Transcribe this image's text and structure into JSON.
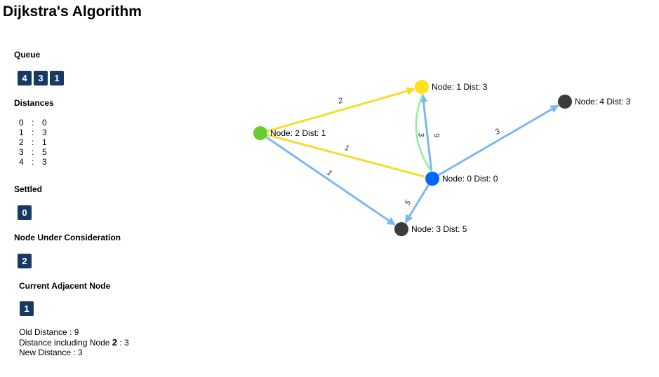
{
  "title": "Dijkstra's Algorithm",
  "sections": {
    "queue_label": "Queue",
    "distances_label": "Distances",
    "settled_label": "Settled",
    "under_consideration_label": "Node Under Consideration",
    "adjacent_label": "Current Adjacent Node"
  },
  "queue": [
    "4",
    "3",
    "1"
  ],
  "distances": [
    {
      "node": "0",
      "sep": ":",
      "dist": "0"
    },
    {
      "node": "1",
      "sep": ":",
      "dist": "3"
    },
    {
      "node": "2",
      "sep": ":",
      "dist": "1"
    },
    {
      "node": "3",
      "sep": ":",
      "dist": "5"
    },
    {
      "node": "4",
      "sep": ":",
      "dist": "3"
    }
  ],
  "settled": [
    "0"
  ],
  "node_under_consideration": "2",
  "current_adjacent_node": "1",
  "info": {
    "old_label": "Old Distance : ",
    "old_value": "9",
    "incl_label": "Distance including Node ",
    "incl_node": "2",
    "incl_sep": " : ",
    "incl_value": "3",
    "new_label": "New Distance : ",
    "new_value": "3"
  },
  "colors": {
    "box": "#163a64",
    "node_source": "#0066ff",
    "node_current": "#66cc33",
    "node_adjacent": "#ffe01a",
    "node_unsettled": "#3c3c3c",
    "edge_default": "#7ab8f5",
    "edge_path": "#f7dd2a",
    "edge_relax": "#8ef29a"
  },
  "graph": {
    "nodes": [
      {
        "id": "0",
        "label": "Node: 0 Dist: 0",
        "state": "source"
      },
      {
        "id": "1",
        "label": "Node: 1 Dist: 3",
        "state": "adjacent"
      },
      {
        "id": "2",
        "label": "Node: 2 Dist: 1",
        "state": "current"
      },
      {
        "id": "3",
        "label": "Node: 3 Dist: 5",
        "state": "unsettled"
      },
      {
        "id": "4",
        "label": "Node: 4 Dist: 3",
        "state": "unsettled"
      }
    ],
    "edges": [
      {
        "from": "2",
        "to": "1",
        "weight": "2",
        "state": "path",
        "arrow": true
      },
      {
        "from": "2",
        "to": "0",
        "weight": "1",
        "state": "path",
        "arrow": false
      },
      {
        "from": "2",
        "to": "3",
        "weight": "1",
        "state": "default",
        "arrow": true
      },
      {
        "from": "0",
        "to": "1",
        "weight": "9",
        "state": "default",
        "arrow": true
      },
      {
        "from": "0",
        "to": "1",
        "weight": "3",
        "state": "relax",
        "arrow": false,
        "curved": true
      },
      {
        "from": "0",
        "to": "4",
        "weight": "3",
        "state": "default",
        "arrow": true
      },
      {
        "from": "0",
        "to": "3",
        "weight": "5",
        "state": "default",
        "arrow": true
      }
    ]
  }
}
